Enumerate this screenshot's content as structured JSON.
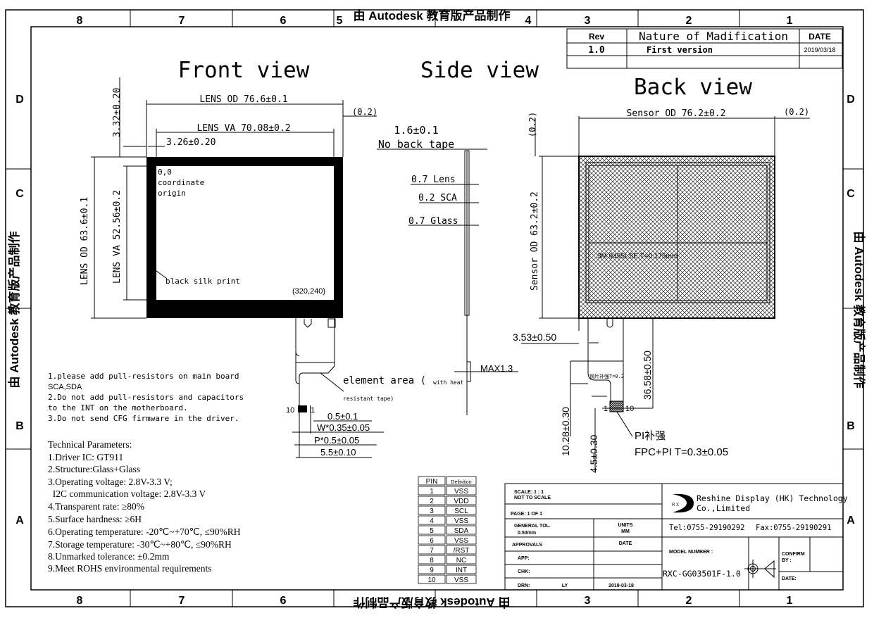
{
  "watermark": "由 Autodesk 教育版产品制作",
  "zones": {
    "columns": [
      "8",
      "7",
      "6",
      "5",
      "4",
      "3",
      "2",
      "1"
    ],
    "rows": [
      "D",
      "C",
      "B",
      "A"
    ]
  },
  "revision_table": {
    "headers": [
      "Rev",
      "Nature of Madification",
      "DATE"
    ],
    "rows": [
      [
        "1.0",
        "First version",
        "2019/03/18"
      ]
    ]
  },
  "views": {
    "front": "Front view",
    "side": "Side view",
    "back": "Back view"
  },
  "front_view": {
    "lens_od": "LENS OD 76.6±0.1",
    "lens_va": "LENS VA 70.08±0.2",
    "offset_x": "3.26±0.20",
    "offset_top": "3.32±0.20",
    "gap": "(0.2)",
    "lens_od_v": "LENS OD 63.6±0.1",
    "lens_va_v": "LENS VA 52.56±0.2",
    "origin": [
      "0,0",
      "coordinate",
      "origin"
    ],
    "silk": "black silk print",
    "corner": "(320,240)",
    "element_area": "element area (",
    "element_area_note1": "with heat",
    "element_area_note2": "resistant tape)",
    "pin_10": "10",
    "pin_1": "1",
    "pin_width": "0.5±0.1",
    "w": "W*0.35±0.05",
    "p": "P*0.5±0.05",
    "total": "5.5±0.10"
  },
  "side_view": {
    "thickness": "1.6±0.1",
    "no_back_tape": "No back tape",
    "lens": "0.7 Lens",
    "sca": "0.2 SCA",
    "glass": "0.7 Glass",
    "max": "MAX1.3"
  },
  "back_view": {
    "sensor_od": "Sensor OD 76.2±0.2",
    "gap_r": "(0.2)",
    "gap_top": "(0.2)",
    "sensor_od_v": "Sensor OD 63.2±0.2",
    "tape": "3M 9495LSE,T=0.175mm",
    "offset": "3.53±0.50",
    "stiffener": "钢片补强T=0.2",
    "len": "36.58±0.50",
    "len2": "10.28±0.30",
    "len3": "4.5±0.30",
    "pin_1": "1",
    "pin_10": "10",
    "pi": "PI补强",
    "fpc": "FPC+PI T=0.3±0.05"
  },
  "notes": [
    "1.please add pull-resistors on main board",
    "SCA,SDA",
    "2.Do not add pull-resistors and capacitors",
    "to the INT on the motherboard.",
    "3.Do not send CFG firmware in the driver."
  ],
  "tech_params": {
    "title": "Technical Parameters:",
    "items": [
      "1.Driver IC: GT911",
      "2.Structure:Glass+Glass",
      "3.Operating voltage: 2.8V-3.3 V;",
      "  I2C communication voltage: 2.8V-3.3 V",
      "4.Transparent rate: ≥80%",
      "5.Surface hardness: ≥6H",
      "6.Operating temperature: -20℃~+70℃, ≤90%RH",
      "7.Storage temperature: -30℃~+80℃, ≤90%RH",
      "8.Unmarked tolerance: ±0.2mm",
      "9.Meet ROHS environmental requirements"
    ]
  },
  "pin_table": {
    "headers": [
      "PIN",
      "Definition"
    ],
    "rows": [
      [
        "1",
        "VSS"
      ],
      [
        "2",
        "VDD"
      ],
      [
        "3",
        "SCL"
      ],
      [
        "4",
        "VSS"
      ],
      [
        "5",
        "SDA"
      ],
      [
        "6",
        "VSS"
      ],
      [
        "7",
        "/RST"
      ],
      [
        "8",
        "NC"
      ],
      [
        "9",
        "INT"
      ],
      [
        "10",
        "VSS"
      ]
    ]
  },
  "title_block": {
    "scale": "SCALE: 1 : 1",
    "not_to_scale": "NOT TO SCALE",
    "page": "PAGE:  1 OF 1",
    "general_tol": "GENERAL TOL.",
    "tol_value": "0.50mm",
    "units": "UNITS",
    "units_value": "MM",
    "approvals": "APPROVALS",
    "date": "DATE",
    "app": "APP:",
    "chk": "CHK:",
    "drn": "DRN:",
    "drn_name": "LY",
    "drn_date": "2019-03-18",
    "logo": "R X",
    "company1": "Reshine Display (HK) Technology",
    "company2": "Co.,Limited",
    "tel": "Tel:0755-29190292",
    "fax": "Fax:0755-29190291",
    "model_label": "MODEL NUMBER :",
    "model": "RXC-GG03501F-1.0",
    "confirm": "CONFIRM",
    "by": "BY :",
    "date2": "DATE:"
  }
}
